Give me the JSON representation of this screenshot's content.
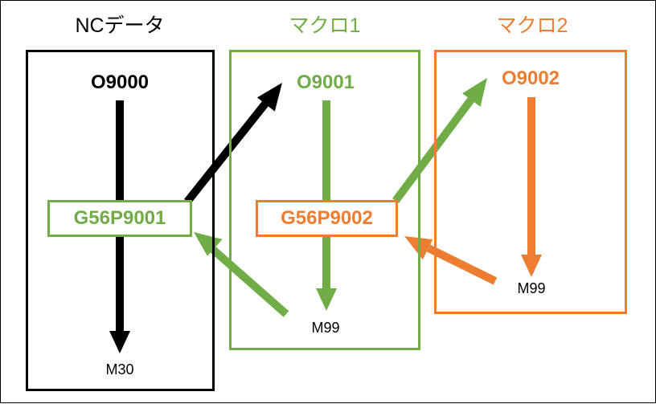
{
  "colors": {
    "black": "#000000",
    "green": "#70ad47",
    "orange": "#ed7d31"
  },
  "columns": [
    {
      "title": "NCデータ",
      "color": "black",
      "program": "O9000",
      "call": "G56P9001",
      "call_color": "green",
      "end": "M30"
    },
    {
      "title": "マクロ1",
      "color": "green",
      "program": "O9001",
      "call": "G56P9002",
      "call_color": "orange",
      "end": "M99"
    },
    {
      "title": "マクロ2",
      "color": "orange",
      "program": "O9002",
      "call": "",
      "call_color": "",
      "end": "M99"
    }
  ]
}
